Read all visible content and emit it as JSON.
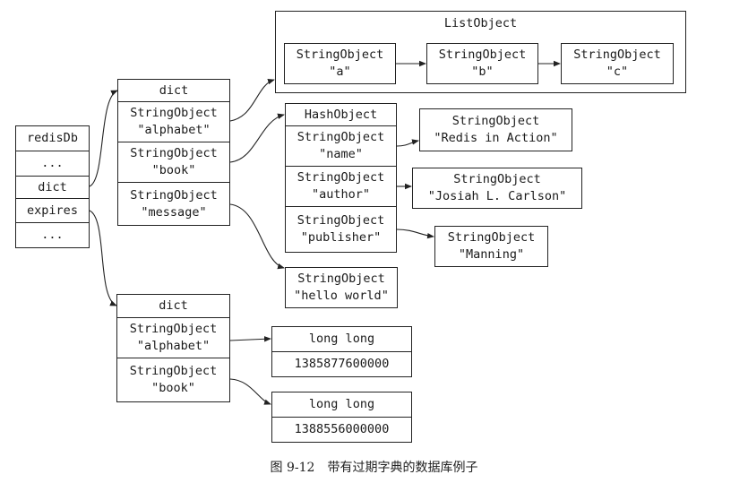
{
  "redisdb": {
    "rows": [
      "redisDb",
      "...",
      "dict",
      "expires",
      "..."
    ]
  },
  "dict_main": {
    "header": "dict",
    "entries": [
      [
        "StringObject",
        "\"alphabet\""
      ],
      [
        "StringObject",
        "\"book\""
      ],
      [
        "StringObject",
        "\"message\""
      ]
    ]
  },
  "list_object": {
    "title": "ListObject",
    "items": [
      [
        "StringObject",
        "\"a\""
      ],
      [
        "StringObject",
        "\"b\""
      ],
      [
        "StringObject",
        "\"c\""
      ]
    ]
  },
  "hash_object": {
    "header": "HashObject",
    "fields": [
      [
        "StringObject",
        "\"name\""
      ],
      [
        "StringObject",
        "\"author\""
      ],
      [
        "StringObject",
        "\"publisher\""
      ]
    ]
  },
  "hash_values": [
    [
      "StringObject",
      "\"Redis in Action\""
    ],
    [
      "StringObject",
      "\"Josiah L. Carlson\""
    ],
    [
      "StringObject",
      "\"Manning\""
    ]
  ],
  "message_value": [
    "StringObject",
    "\"hello world\""
  ],
  "dict_expires": {
    "header": "dict",
    "entries": [
      [
        "StringObject",
        "\"alphabet\""
      ],
      [
        "StringObject",
        "\"book\""
      ]
    ]
  },
  "expire_values": [
    {
      "type": "long long",
      "value": "1385877600000"
    },
    {
      "type": "long long",
      "value": "1388556000000"
    }
  ],
  "caption": "图 9-12　带有过期字典的数据库例子"
}
